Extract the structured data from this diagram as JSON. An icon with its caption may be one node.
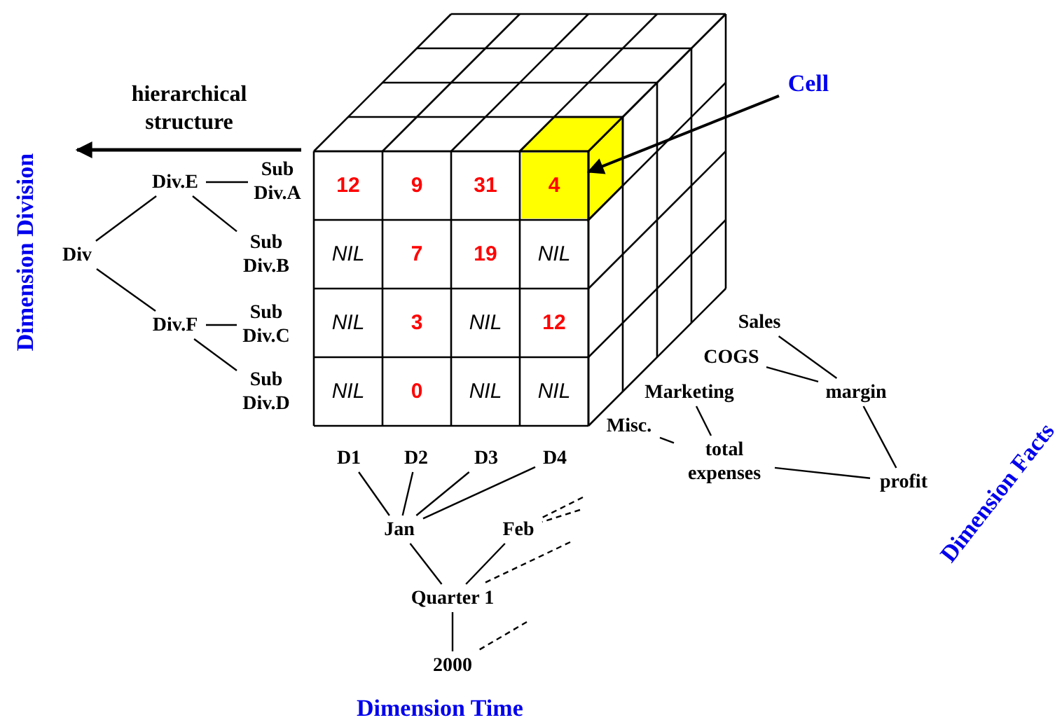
{
  "diagram": {
    "nodes": [
      {
        "text": [
          "Cell"
        ]
      },
      {
        "text": [
          "12"
        ]
      },
      {
        "text": [
          "9"
        ]
      },
      {
        "text": [
          "31"
        ]
      },
      {
        "text": [
          "4"
        ]
      },
      {
        "text": [
          "NIL"
        ]
      },
      {
        "text": [
          "7"
        ]
      },
      {
        "text": [
          "19"
        ]
      },
      {
        "text": [
          "NIL"
        ]
      },
      {
        "text": [
          "NIL"
        ]
      },
      {
        "text": [
          "3"
        ]
      },
      {
        "text": [
          "NIL"
        ]
      },
      {
        "text": [
          "12"
        ]
      },
      {
        "text": [
          "NIL"
        ]
      },
      {
        "text": [
          "0"
        ]
      },
      {
        "text": [
          "NIL"
        ]
      },
      {
        "text": [
          "NIL"
        ]
      },
      {
        "text": [
          "Div"
        ]
      },
      {
        "text": [
          "Div.E"
        ]
      },
      {
        "text": [
          "Div.F"
        ]
      },
      {
        "text": [
          "Sub Div.A"
        ]
      },
      {
        "text": [
          "Sub Div.B"
        ]
      },
      {
        "text": [
          "Sub Div.C"
        ]
      },
      {
        "text": [
          "Sub Div.D"
        ]
      },
      {
        "text": [
          "D1"
        ]
      },
      {
        "text": [
          "D2"
        ]
      },
      {
        "text": [
          "D3"
        ]
      },
      {
        "text": [
          "D4"
        ]
      },
      {
        "text": [
          "Jan"
        ]
      },
      {
        "text": [
          "Feb"
        ]
      },
      {
        "text": [
          "Quarter 1"
        ]
      },
      {
        "text": [
          "2000"
        ]
      },
      {
        "text": [
          "Sales"
        ]
      },
      {
        "text": [
          "COGS"
        ]
      },
      {
        "text": [
          "Marketing"
        ]
      },
      {
        "text": [
          "Misc."
        ]
      },
      {
        "text": [
          "margin"
        ]
      },
      {
        "text": [
          "total expenses"
        ]
      },
      {
        "text": [
          "profit"
        ]
      }
    ],
    "edges": [
      {
        "from": 0,
        "to": 4,
        "arrow": "to"
      },
      {
        "from": 17,
        "to": 18,
        "arrow": "none"
      },
      {
        "from": 17,
        "to": 19,
        "arrow": "none"
      },
      {
        "from": 18,
        "to": 20,
        "arrow": "none"
      },
      {
        "from": 18,
        "to": 21,
        "arrow": "none"
      },
      {
        "from": 19,
        "to": 22,
        "arrow": "none"
      },
      {
        "from": 19,
        "to": 23,
        "arrow": "none"
      },
      {
        "from": 24,
        "to": 28,
        "arrow": "none"
      },
      {
        "from": 25,
        "to": 28,
        "arrow": "none"
      },
      {
        "from": 26,
        "to": 28,
        "arrow": "none"
      },
      {
        "from": 27,
        "to": 28,
        "arrow": "none"
      },
      {
        "from": null,
        "to": 29,
        "arrow": "none",
        "style": "dashed"
      },
      {
        "from": null,
        "to": 29,
        "arrow": "none",
        "style": "dashed"
      },
      {
        "from": 28,
        "to": 30,
        "arrow": "none"
      },
      {
        "from": 29,
        "to": 30,
        "arrow": "none"
      },
      {
        "from": null,
        "to": 30,
        "arrow": "none",
        "style": "dashed"
      },
      {
        "from": 30,
        "to": 31,
        "arrow": "none"
      },
      {
        "from": null,
        "to": 31,
        "arrow": "none",
        "style": "dashed"
      },
      {
        "from": 32,
        "to": 36,
        "arrow": "none"
      },
      {
        "from": 33,
        "to": 36,
        "arrow": "none"
      },
      {
        "from": 34,
        "to": 37,
        "arrow": "none"
      },
      {
        "from": 35,
        "to": 37,
        "arrow": "none"
      },
      {
        "from": 36,
        "to": 38,
        "arrow": "none"
      },
      {
        "from": 37,
        "to": 38,
        "arrow": "none"
      }
    ],
    "labels": [
      "hierarchical structure",
      "Dimension Division",
      "Dimension Time",
      "Dimension Facts"
    ]
  }
}
